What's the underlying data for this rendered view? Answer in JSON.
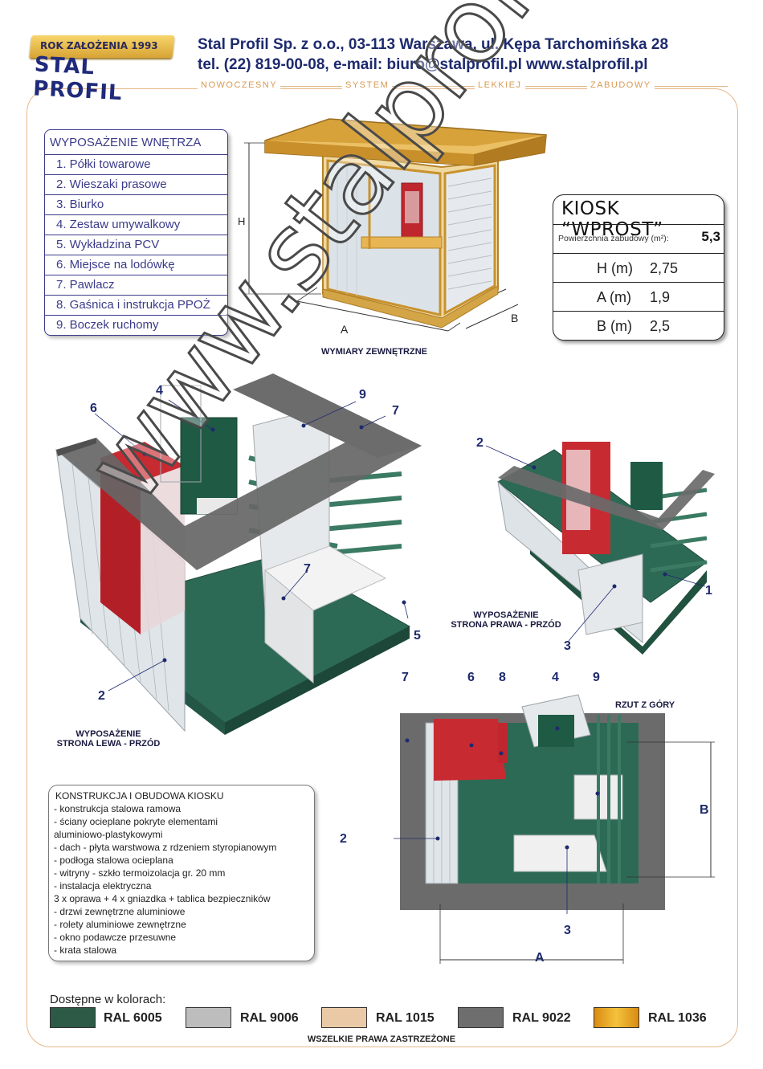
{
  "header": {
    "logo_year": "ROK ZAŁOŻENIA 1993",
    "logo_name": "STAL PROFIL",
    "company_line": "Stal Profil Sp. z o.o., 03-113 Warszawa, ul. Kępa Tarchomińska 28",
    "contact_line": "tel. (22) 819-00-08,   e-mail: biuro@stalprofil.pl   www.stalprofil.pl",
    "tagline": [
      "NOWOCZESNY",
      "SYSTEM",
      "LEKKIEJ",
      "ZABUDOWY"
    ]
  },
  "equipment": {
    "title": "WYPOSAŻENIE WNĘTRZA",
    "items": [
      "1.  Półki towarowe",
      "2.  Wieszaki prasowe",
      "3.  Biurko",
      "4.  Zestaw umywalkowy",
      "5.  Wykładzina PCV",
      "6.  Miejsce na lodówkę",
      "7.  Pawlacz",
      "8.  Gaśnica i instrukcja PPOŻ",
      "9.  Boczek ruchomy"
    ]
  },
  "kiosk_view": {
    "caption": "WYMIARY ZEWNĘTRZNE",
    "label_h": "H",
    "label_a": "A",
    "label_b": "B"
  },
  "spec": {
    "title": "KIOSK “WPROST”",
    "area_label": "Powierzchnia zabudowy (m²):",
    "area_value": "5,3",
    "rows": [
      {
        "label": "H (m)",
        "value": "2,75"
      },
      {
        "label": "A (m)",
        "value": "1,9"
      },
      {
        "label": "B (m)",
        "value": "2,5"
      }
    ]
  },
  "left_view": {
    "caption_line1": "WYPOSAŻENIE",
    "caption_line2": "STRONA LEWA - PRZÓD",
    "callouts": [
      "4",
      "9",
      "7",
      "6",
      "7",
      "5",
      "2"
    ]
  },
  "right_view": {
    "caption_line1": "WYPOSAŻENIE",
    "caption_line2": "STRONA PRAWA - PRZÓD",
    "callouts": [
      "2",
      "1",
      "3"
    ]
  },
  "top_view": {
    "caption": "RZUT Z GÓRY",
    "callouts": [
      "7",
      "6",
      "8",
      "4",
      "9",
      "2",
      "3"
    ],
    "label_a": "A",
    "label_b": "B"
  },
  "construction": {
    "title": "KONSTRUKCJA I OBUDOWA KIOSKU",
    "items": [
      "- konstrukcja stalowa ramowa",
      "- ściany ocieplane pokryte elementami",
      "    aluminiowo-plastykowymi",
      "- dach - płyta warstwowa z rdzeniem styropianowym",
      "- podłoga stalowa ocieplana",
      "- witryny - szkło termoizolacja gr. 20 mm",
      "- instalacja elektryczna",
      "   3 x oprawa + 4 x gniazdka + tablica bezpieczników",
      "- drzwi zewnętrzne aluminiowe",
      "- rolety aluminiowe zewnętrzne",
      "- okno podawcze przesuwne",
      "- krata stalowa"
    ]
  },
  "colors": {
    "label": "Dostępne w kolorach:",
    "swatches": [
      {
        "name": "RAL 6005",
        "color": "#2d5a47"
      },
      {
        "name": "RAL 9006",
        "color": "#bdbdbd"
      },
      {
        "name": "RAL 1015",
        "color": "#e9c9a6"
      },
      {
        "name": "RAL 9022",
        "color": "#6e6e6e"
      },
      {
        "name": "RAL 1036",
        "color": "#e6a21a"
      }
    ]
  },
  "footer": "WSZELKIE PRAWA ZASTRZEŻONE",
  "watermark": "www.stalprofil.pl"
}
